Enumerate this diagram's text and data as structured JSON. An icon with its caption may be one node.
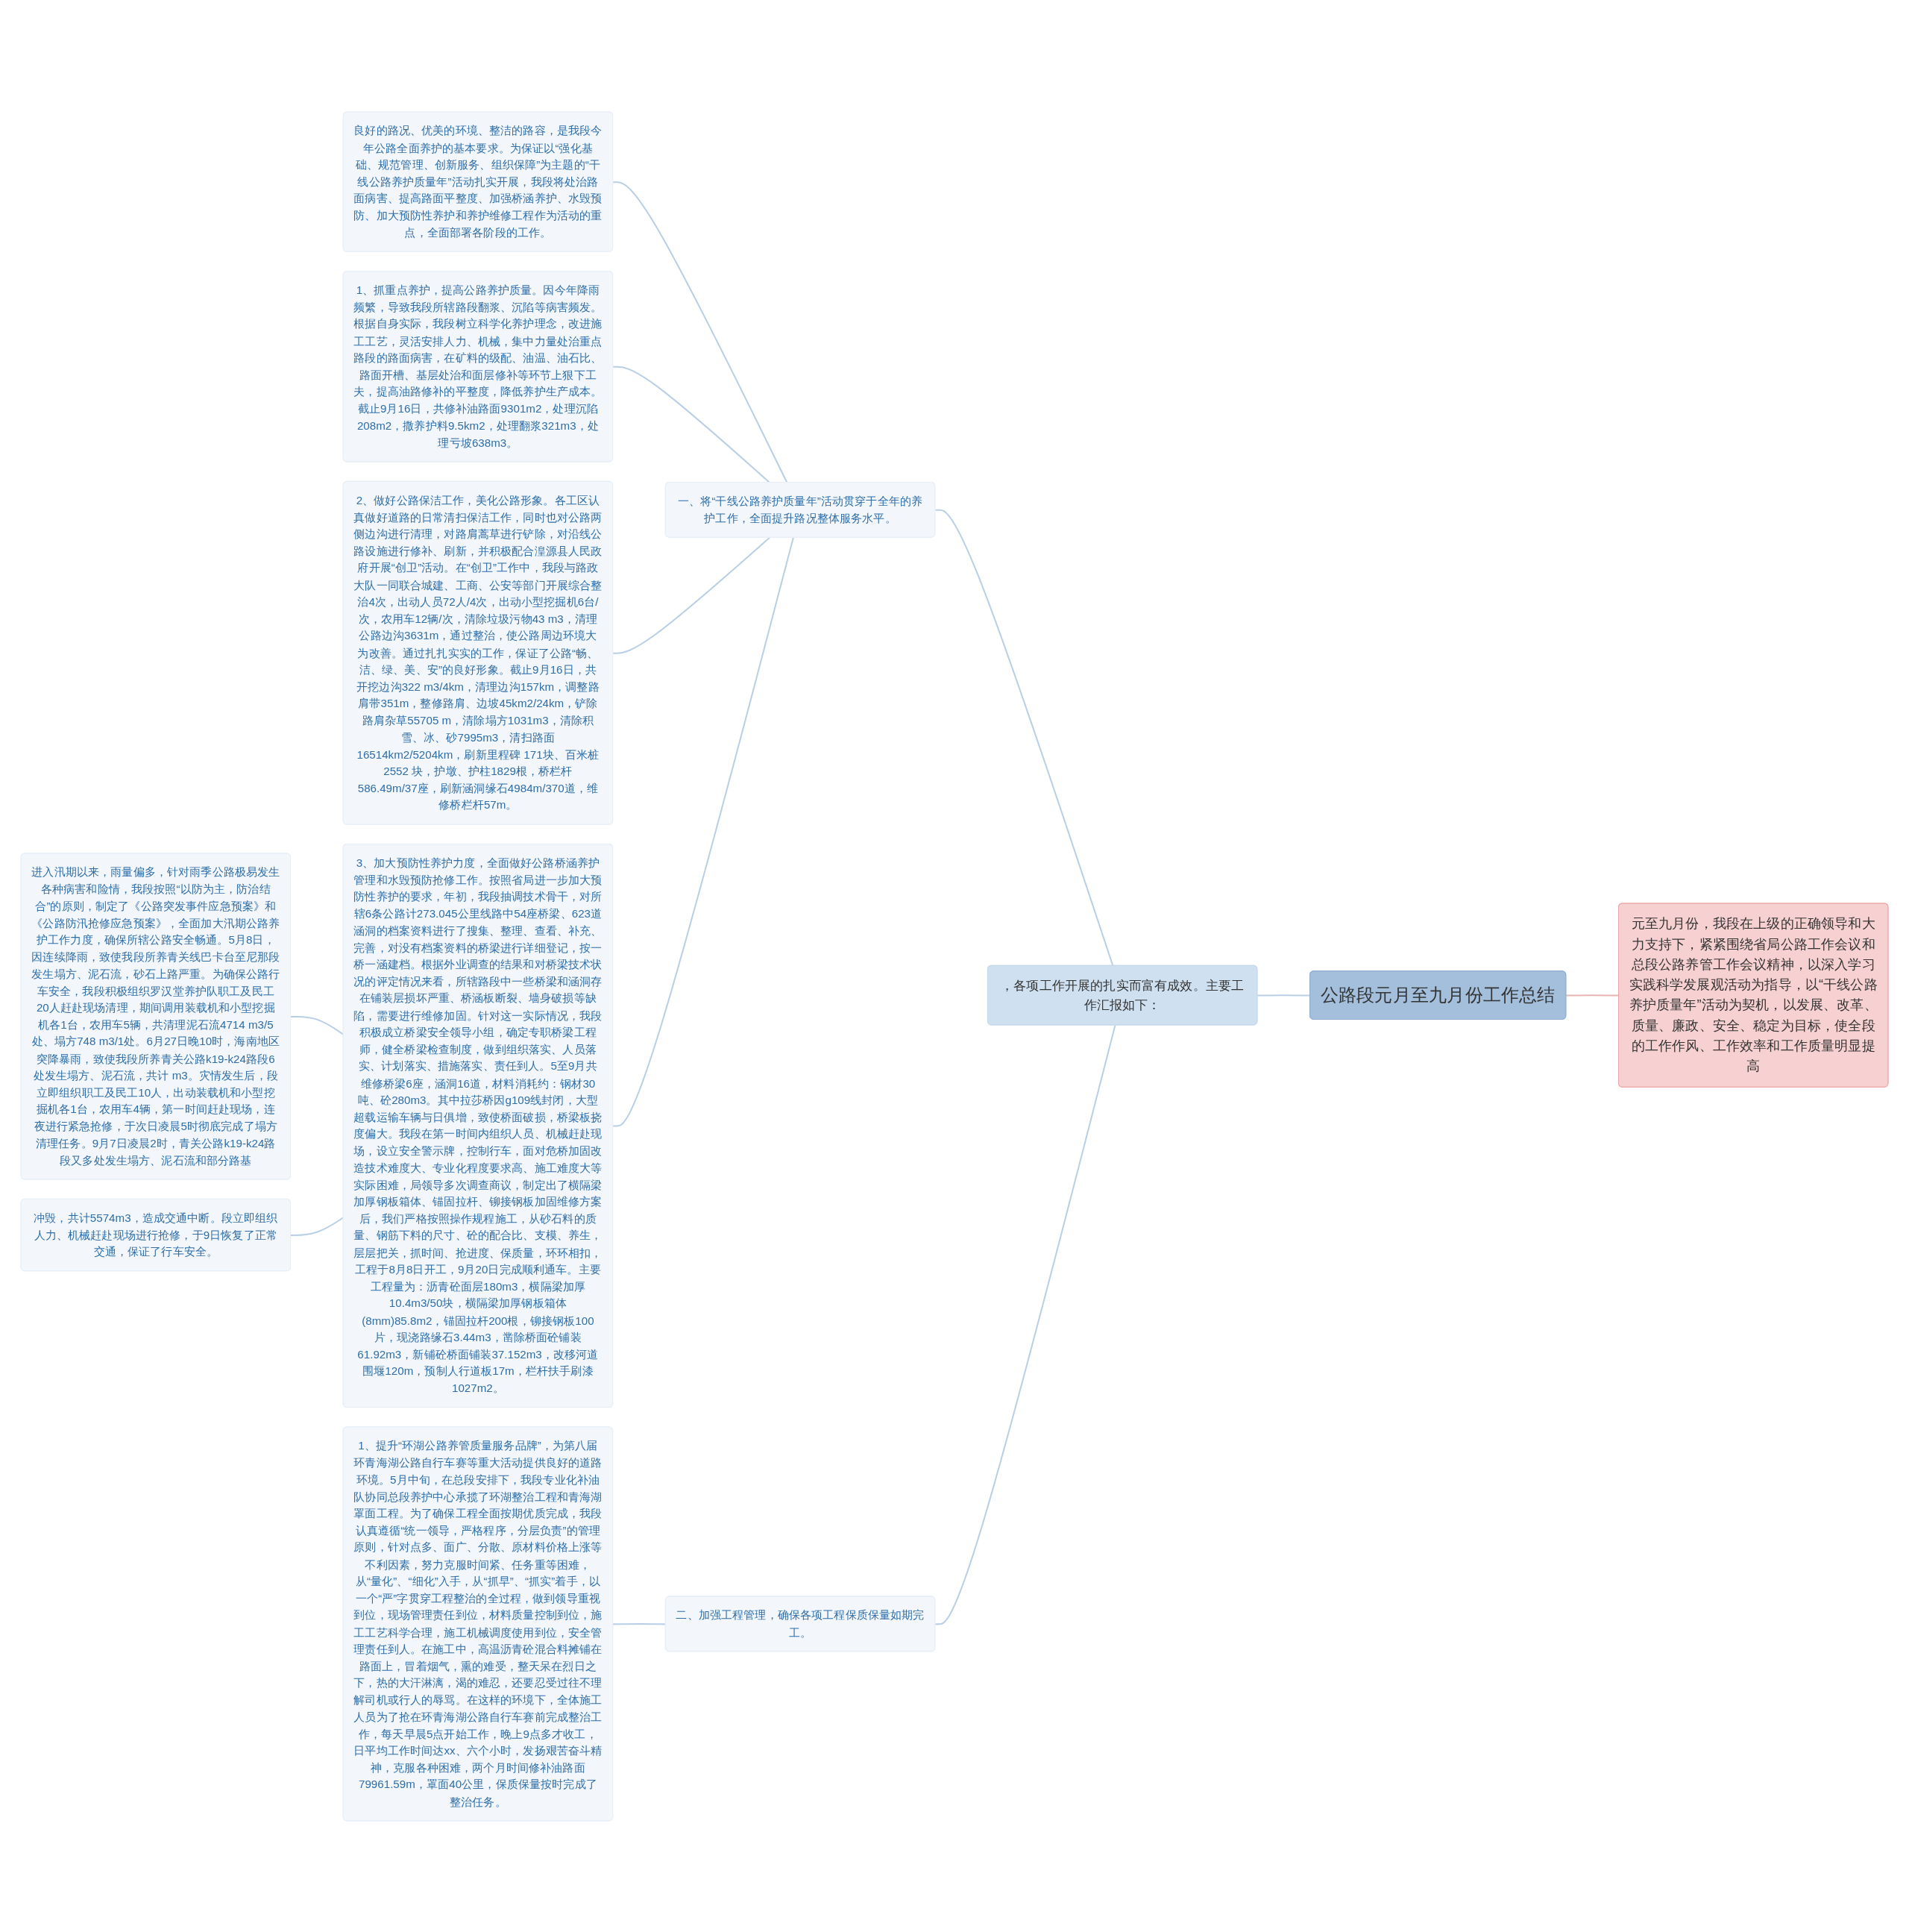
{
  "diagram": {
    "nodes": [
      {
        "text": [
          "公路段元月至九月份工作总结"
        ]
      },
      {
        "text": [
          "元至九月份，我段在上级的正确领导和大力支持下，紧紧围绕省局公路工作会议和总段公路养管工作会议精神，以深入学习实践科学发展观活动为指导，以“干线公路养护质量年”活动为契机，以发展、改革、质量、廉政、安全、稳定为目标，使全段的工作作风、工作效率和工作质量明显提高"
        ]
      },
      {
        "text": [
          "，各项工作开展的扎实而富有成效。主要工作汇报如下："
        ]
      },
      {
        "text": [
          "一、将“干线公路养护质量年”活动贯穿于全年的养护工作，全面提升路况整体服务水平。"
        ]
      },
      {
        "text": [
          "良好的路况、优美的环境、整洁的路容，是我段今年公路全面养护的基本要求。为保证以“强化基础、规范管理、创新服务、组织保障”为主题的“干线公路养护质量年”活动扎实开展，我段将处治路面病害、提高路面平整度、加强桥涵养护、水毁预防、加大预防性养护和养护维修工程作为活动的重点，全面部署各阶段的工作。"
        ]
      },
      {
        "text": [
          "1、抓重点养护，提高公路养护质量。因今年降雨频繁，导致我段所辖路段翻浆、沉陷等病害频发。根据自身实际，我段树立科学化养护理念，改进施工工艺，灵活安排人力、机械，集中力量处治重点路段的路面病害，在矿料的级配、油温、油石比、路面开槽、基层处治和面层修补等环节上狠下工夫，提高油路修补的平整度，降低养护生产成本。截止9月16日，共修补油路面9301m2，处理沉陷208m2，撒养护料9.5km2，处理翻浆321m3，处理亏坡638m3。"
        ]
      },
      {
        "text": [
          "2、做好公路保洁工作，美化公路形象。各工区认真做好道路的日常清扫保洁工作，同时也对公路两侧边沟进行清理，对路肩蒿草进行铲除，对沿线公路设施进行修补、刷新，并积极配合湟源县人民政府开展“创卫”活动。在“创卫”工作中，我段与路政大队一同联合城建、工商、公安等部门开展综合整治4次，出动人员72人/4次，出动小型挖掘机6台/次，农用车12辆/次，清除垃圾污物43 m3，清理公路边沟3631m，通过整治，使公路周边环境大为改善。通过扎扎实实的工作，保证了公路“畅、洁、绿、美、安”的良好形象。截止9月16日，共开挖边沟322 m3/4km，清理边沟157km，调整路肩带351m，整修路肩、边坡45km2/24km，铲除路肩杂草55705 m，清除塌方1031m3，清除积雪、冰、砂7995m3，清扫路面16514km2/5204km，刷新里程碑 171块、百米桩2552 块，护墩、护柱1829根，桥栏杆586.49m/37座，刷新涵洞缘石4984m/370道，维修桥栏杆57m。"
        ]
      },
      {
        "text": [
          "3、加大预防性养护力度，全面做好公路桥涵养护管理和水毁预防抢修工作。按照省局进一步加大预防性养护的要求，年初，我段抽调技术骨干，对所辖6条公路计273.045公里线路中54座桥梁、623道涵洞的档案资料进行了搜集、整理、查看、补充、完善，对没有档案资料的桥梁进行详细登记，按一桥一涵建档。根据外业调查的结果和对桥梁技术状况的评定情况来看，所辖路段中一些桥梁和涵洞存在铺装层损坏严重、桥涵板断裂、墙身破损等缺陷，需要进行维修加固。针对这一实际情况，我段积极成立桥梁安全领导小组，确定专职桥梁工程师，健全桥梁检查制度，做到组织落实、人员落实、计划落实、措施落实、责任到人。5至9月共维修桥梁6座，涵洞16道，材料消耗约：钢材30吨、砼280m3。其中拉莎桥因g109线封闭，大型超载运输车辆与日俱增，致使桥面破损，桥梁板挠度偏大。我段在第一时间内组织人员、机械赶赴现场，设立安全警示牌，控制行车，面对危桥加固改造技术难度大、专业化程度要求高、施工难度大等实际困难，局领导多次调查商议，制定出了横隔梁加厚钢板箱体、锚固拉杆、铆接钢板加固维修方案后，我们严格按照操作规程施工，从砂石料的质量、钢筋下料的尺寸、砼的配合比、支模、养生，层层把关，抓时间、抢进度、保质量，环环相扣，工程于8月8日开工，9月20日完成顺利通车。主要工程量为：沥青砼面层180m3，横隔梁加厚10.4m3/50块，横隔梁加厚钢板箱体(8mm)85.8m2，锚固拉杆200根，铆接钢板100片，现浇路缘石3.44m3，凿除桥面砼铺装61.92m3，新铺砼桥面铺装37.152m3，改移河道围堰120m，预制人行道板17m，栏杆扶手刷漆1027m2。"
        ]
      },
      {
        "text": [
          "进入汛期以来，雨量偏多，针对雨季公路极易发生各种病害和险情，我段按照“以防为主，防治结合”的原则，制定了《公路突发事件应急预案》和《公路防汛抢修应急预案》，全面加大汛期公路养护工作力度，确保所辖公路安全畅通。5月8日，因连续降雨，致使我段所养青关线巴卡台至尼那段发生塌方、泥石流，砂石上路严重。为确保公路行车安全，我段积极组织罗汉堂养护队职工及民工20人赶赴现场清理，期间调用装载机和小型挖掘机各1台，农用车5辆，共清理泥石流4714 m3/5处、塌方748 m3/1处。6月27日晚10时，海南地区突降暴雨，致使我段所养青关公路k19-k24路段6处发生塌方、泥石流，共计 m3。灾情发生后，段立即组织职工及民工10人，出动装载机和小型挖掘机各1台，农用车4辆，第一时间赶赴现场，连夜进行紧急抢修，于次日凌晨5时彻底完成了塌方清理任务。9月7日凌晨2时，青关公路k19-k24路段又多处发生塌方、泥石流和部分路基"
        ]
      },
      {
        "text": [
          "冲毁，共计5574m3，造成交通中断。段立即组织人力、机械赶赴现场进行抢修，于9日恢复了正常交通，保证了行车安全。"
        ]
      },
      {
        "text": [
          "二、加强工程管理，确保各项工程保质保量如期完工。"
        ]
      },
      {
        "text": [
          "1、提升“环湖公路养管质量服务品牌”，为第八届环青海湖公路自行车赛等重大活动提供良好的道路环境。5月中旬，在总段安排下，我段专业化补油队协同总段养护中心承揽了环湖整治工程和青海湖罩面工程。为了确保工程全面按期优质完成，我段认真遵循“统一领导，严格程序，分层负责”的管理原则，针对点多、面广、分散、原材料价格上涨等不利因素，努力克服时间紧、任务重等困难，从“量化”、“细化”入手，从“抓早”、“抓实”着手，以一个“严”字贯穿工程整治的全过程，做到领导重视到位，现场管理责任到位，材料质量控制到位，施工工艺科学合理，施工机械调度使用到位，安全管理责任到人。在施工中，高温沥青砼混合料摊铺在路面上，冒着烟气，熏的难受，整天呆在烈日之下，热的大汗淋漓，渴的难忍，还要忍受过往不理解司机或行人的辱骂。在这样的环境下，全体施工人员为了抢在环青海湖公路自行车赛前完成整治工作，每天早晨5点开始工作，晚上9点多才收工，日平均工作时间达xx、六个小时，发扬艰苦奋斗精神，克服各种困难，两个月时间修补油路面79961.59m，罩面40公里，保质保量按时完成了整治任务。"
        ]
      }
    ],
    "edges": [
      {
        "from": 1,
        "to": 0,
        "arrow": "none",
        "color": "#e9b3b3"
      },
      {
        "from": 0,
        "to": 2,
        "arrow": "none"
      },
      {
        "from": 2,
        "to": 3,
        "arrow": "none"
      },
      {
        "from": 2,
        "to": 10,
        "arrow": "none"
      },
      {
        "from": 3,
        "to": 4,
        "arrow": "none"
      },
      {
        "from": 3,
        "to": 5,
        "arrow": "none"
      },
      {
        "from": 3,
        "to": 6,
        "arrow": "none"
      },
      {
        "from": 3,
        "to": 7,
        "arrow": "none"
      },
      {
        "from": 7,
        "to": 8,
        "arrow": "none"
      },
      {
        "from": 7,
        "to": 9,
        "arrow": "none"
      },
      {
        "from": 10,
        "to": 11,
        "arrow": "none"
      }
    ]
  }
}
